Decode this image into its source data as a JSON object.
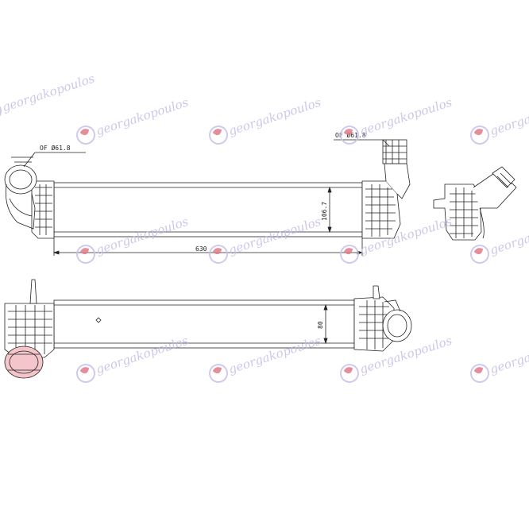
{
  "watermark": {
    "text": "georgakopoulos",
    "color": "#c9c1ea",
    "logo_color": "#e07a8a"
  },
  "dimensions": {
    "inlet_diameter_left": "OF Ø61.8",
    "inlet_diameter_right": "OF Ø61.8",
    "length": "630",
    "height": "106.7",
    "depth": "80"
  },
  "colors": {
    "line": "#222222",
    "pipe_fill": "#e8e8e8",
    "flange_fill": "#f2b8bd"
  }
}
